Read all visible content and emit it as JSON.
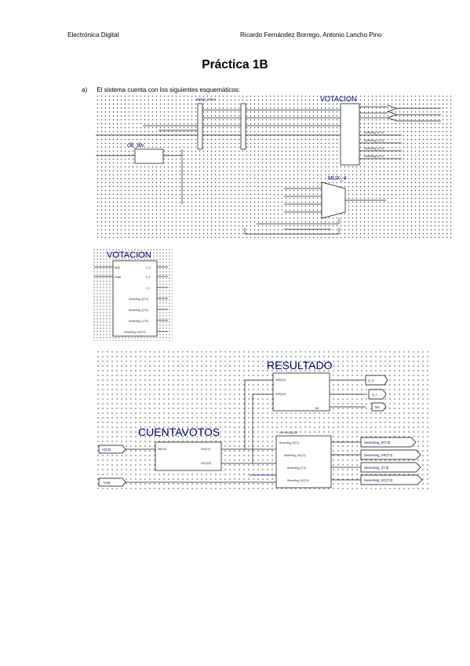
{
  "header": {
    "course": "Electrónica Digital",
    "authors": "Ricardo Fernández Borrego, Antonio Lancho Pino"
  },
  "title": "Práctica 1B",
  "item_a": {
    "label": "a)",
    "text": "El sistema cuenta con los siguientes esquemáticos:"
  },
  "schematic_top": {
    "label_bus": "Badge_Votes",
    "label_votacion": "VOTACION",
    "label_clk_div": "clk_div",
    "label_mux": "MUX_4",
    "ports_votacion": [
      "SevenSeg_3(7:0)",
      "SevenSeg_2(7:0)",
      "SevenSeg_1(7:0)",
      "SevenSeg_0(7:0)"
    ]
  },
  "schematic_votacion": {
    "title": "VOTACION",
    "inputs": [
      "MAS",
      "Vmas"
    ],
    "outputs": [
      "V_C",
      "V_F",
      "V_I",
      "SevenSeg_3(7:0)",
      "SevenSeg_2(7:0)",
      "SevenSeg_1(7:0)",
      "SevenSeg_VC(7:0)"
    ]
  },
  "schematic_bottom": {
    "title_resultado": "RESULTADO",
    "title_cuentavotos": "CUENTAVOTOS",
    "title_visualizador": "VISUALIZADOR",
    "input_votes": "V(3:0)",
    "input_val": "Vval",
    "cv_ports": [
      "VB(3:0)",
      "SVI(3:0)",
      "SVC(3:0)"
    ],
    "res_ports": [
      "SVR(3:0)",
      "SVR(3:0)",
      "NA"
    ],
    "res_outputs": [
      "V_C",
      "V_I",
      "NA"
    ],
    "vis_ports": [
      "SevenSeg_R(7:0)",
      "SevenSeg_VR(7:0)",
      "SevenSeg_I(7:0)",
      "SevenSeg_VC(7:0)"
    ],
    "vis_outputs": [
      "SevenSeg_R(7:0)",
      "SevenSeg_VR(7:0)",
      "SevenSeg_I(7:0)",
      "SevenSeg_VC(7:0)"
    ]
  }
}
